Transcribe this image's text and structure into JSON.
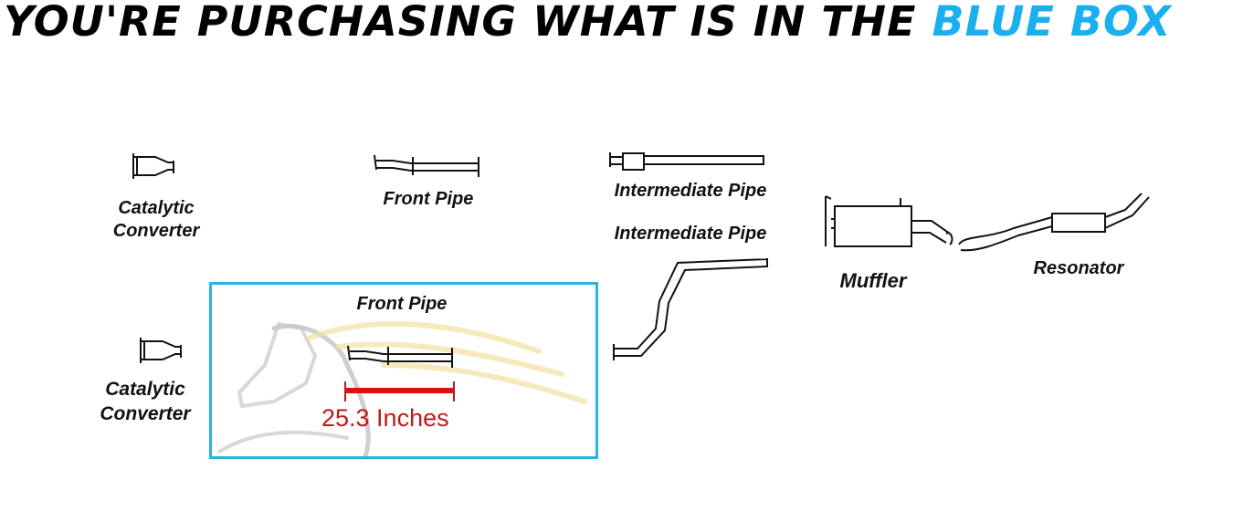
{
  "headline": {
    "prefix": "You're purchasing what is in the",
    "highlight": "Blue Box"
  },
  "parts": {
    "cat_converter_top": [
      "Catalytic",
      "Converter"
    ],
    "front_pipe_top": "Front Pipe",
    "intermediate_pipe_1": "Intermediate Pipe",
    "intermediate_pipe_2": "Intermediate Pipe",
    "muffler": "Muffler",
    "resonator": "Resonator",
    "front_pipe_selected": "Front Pipe",
    "cat_converter_bottom": [
      "Catalytic",
      "Converter"
    ]
  },
  "measurement": "25.3 Inches",
  "colors": {
    "highlight": "#1ab0f0",
    "box_border": "#2ab4e0",
    "measure": "#d11a1a"
  }
}
